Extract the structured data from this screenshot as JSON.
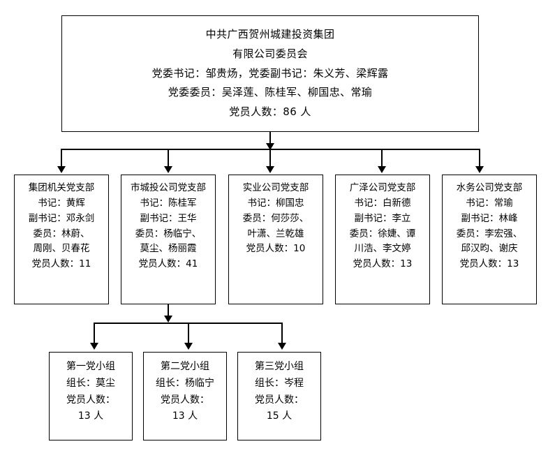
{
  "root": {
    "lines": [
      "中共广西贺州城建投资集团",
      "有限公司委员会",
      "党委书记：邹贵炀，党委副书记：朱义芳、梁辉露",
      "党委委员：吴泽莲、陈桂军、柳国忠、常瑜",
      "党员人数：86 人"
    ]
  },
  "branches": [
    {
      "name": "集团机关党支部",
      "lines": [
        "集团机关党支部",
        "书记：黄辉",
        "副书记：邓永剑",
        "委员：林蔚、",
        "周刚、贝春花",
        "党员人数：11"
      ],
      "member_count": "11"
    },
    {
      "name": "市城投公司党支部",
      "lines": [
        "市城投公司党支部",
        "书记：陈桂军",
        "副书记：王华",
        "委员：杨临宁、",
        "莫尘、杨丽霞",
        "党员人数：41"
      ],
      "member_count": "41"
    },
    {
      "name": "实业公司党支部",
      "lines": [
        "实业公司党支部",
        "书记：柳国忠",
        "委员：何莎莎、",
        "叶潇、兰乾雄",
        "党员人数：10"
      ],
      "member_count": "10"
    },
    {
      "name": "广泽公司党支部",
      "lines": [
        "广泽公司党支部",
        "书记：白新德",
        "副书记：李立",
        "委员：徐婕、谭",
        "川浩、李文婷",
        "党员人数：13"
      ],
      "member_count": "13"
    },
    {
      "name": "水务公司党支部",
      "lines": [
        "水务公司党支部",
        "书记：常瑜",
        "副书记：林峰",
        "委员：李宏强、",
        "邱汉昀、谢庆",
        "党员人数：13"
      ],
      "member_count": "13"
    }
  ],
  "groups": [
    {
      "name": "第一党小组",
      "lines": [
        "第一党小组",
        "组长：莫尘",
        "党员人数：",
        "13 人"
      ],
      "member_count": "13 人"
    },
    {
      "name": "第二党小组",
      "lines": [
        "第二党小组",
        "组长：杨临宁",
        "党员人数：",
        "13 人"
      ],
      "member_count": "13 人"
    },
    {
      "name": "第三党小组",
      "lines": [
        "第三党小组",
        "组长：岑程",
        "党员人数：",
        "15 人"
      ],
      "member_count": "15 人"
    }
  ],
  "colors": {
    "stroke": "#000000",
    "background": "#ffffff",
    "text": "#000000"
  }
}
